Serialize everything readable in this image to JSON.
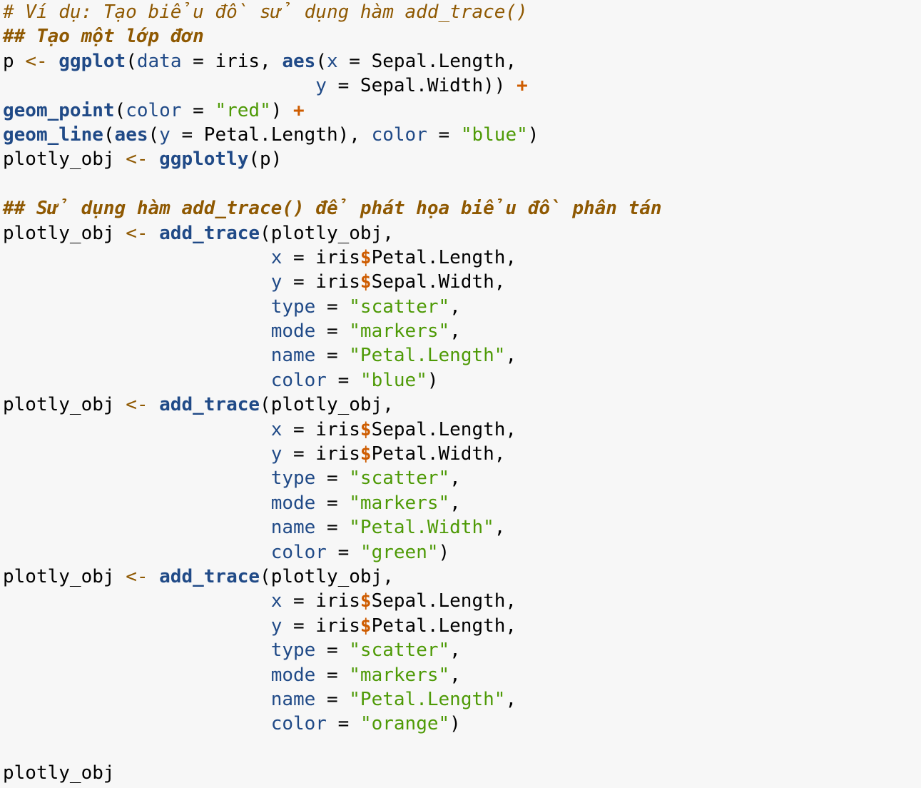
{
  "colors": {
    "background": "#f7f7f7",
    "comment": "#8f5902",
    "function": "#204a87",
    "string": "#4e9a06",
    "operator": "#ce5c00",
    "plain": "#000000"
  },
  "code_lines": [
    [
      [
        "c",
        "# Ví dụ: Tạo biểu đồ sử dụng hàm add_trace()"
      ]
    ],
    [
      [
        "d",
        "## Tạo một lớp đơn"
      ]
    ],
    [
      [
        "t",
        "p "
      ],
      [
        "a",
        "<-"
      ],
      [
        "t",
        " "
      ],
      [
        "f",
        "ggplot"
      ],
      [
        "t",
        "("
      ],
      [
        "p",
        "data"
      ],
      [
        "t",
        " = iris, "
      ],
      [
        "f",
        "aes"
      ],
      [
        "t",
        "("
      ],
      [
        "p",
        "x"
      ],
      [
        "t",
        " = Sepal.Length,"
      ]
    ],
    [
      [
        "t",
        "                            "
      ],
      [
        "p",
        "y"
      ],
      [
        "t",
        " = Sepal.Width)) "
      ],
      [
        "o",
        "+"
      ]
    ],
    [
      [
        "f",
        "geom_point"
      ],
      [
        "t",
        "("
      ],
      [
        "p",
        "color"
      ],
      [
        "t",
        " = "
      ],
      [
        "s",
        "\"red\""
      ],
      [
        "t",
        ") "
      ],
      [
        "o",
        "+"
      ]
    ],
    [
      [
        "f",
        "geom_line"
      ],
      [
        "t",
        "("
      ],
      [
        "f",
        "aes"
      ],
      [
        "t",
        "("
      ],
      [
        "p",
        "y"
      ],
      [
        "t",
        " = Petal.Length), "
      ],
      [
        "p",
        "color"
      ],
      [
        "t",
        " = "
      ],
      [
        "s",
        "\"blue\""
      ],
      [
        "t",
        ")"
      ]
    ],
    [
      [
        "t",
        "plotly_obj "
      ],
      [
        "a",
        "<-"
      ],
      [
        "t",
        " "
      ],
      [
        "f",
        "ggplotly"
      ],
      [
        "t",
        "(p)"
      ]
    ],
    [],
    [
      [
        "d",
        "## Sử dụng hàm add_trace() để phát họa biểu đồ phân tán"
      ]
    ],
    [
      [
        "t",
        "plotly_obj "
      ],
      [
        "a",
        "<-"
      ],
      [
        "t",
        " "
      ],
      [
        "f",
        "add_trace"
      ],
      [
        "t",
        "(plotly_obj,"
      ]
    ],
    [
      [
        "t",
        "                        "
      ],
      [
        "p",
        "x"
      ],
      [
        "t",
        " = iris"
      ],
      [
        "o",
        "$"
      ],
      [
        "t",
        "Petal.Length,"
      ]
    ],
    [
      [
        "t",
        "                        "
      ],
      [
        "p",
        "y"
      ],
      [
        "t",
        " = iris"
      ],
      [
        "o",
        "$"
      ],
      [
        "t",
        "Sepal.Width,"
      ]
    ],
    [
      [
        "t",
        "                        "
      ],
      [
        "p",
        "type"
      ],
      [
        "t",
        " = "
      ],
      [
        "s",
        "\"scatter\""
      ],
      [
        "t",
        ","
      ]
    ],
    [
      [
        "t",
        "                        "
      ],
      [
        "p",
        "mode"
      ],
      [
        "t",
        " = "
      ],
      [
        "s",
        "\"markers\""
      ],
      [
        "t",
        ","
      ]
    ],
    [
      [
        "t",
        "                        "
      ],
      [
        "p",
        "name"
      ],
      [
        "t",
        " = "
      ],
      [
        "s",
        "\"Petal.Length\""
      ],
      [
        "t",
        ","
      ]
    ],
    [
      [
        "t",
        "                        "
      ],
      [
        "p",
        "color"
      ],
      [
        "t",
        " = "
      ],
      [
        "s",
        "\"blue\""
      ],
      [
        "t",
        ")"
      ]
    ],
    [
      [
        "t",
        "plotly_obj "
      ],
      [
        "a",
        "<-"
      ],
      [
        "t",
        " "
      ],
      [
        "f",
        "add_trace"
      ],
      [
        "t",
        "(plotly_obj,"
      ]
    ],
    [
      [
        "t",
        "                        "
      ],
      [
        "p",
        "x"
      ],
      [
        "t",
        " = iris"
      ],
      [
        "o",
        "$"
      ],
      [
        "t",
        "Sepal.Length,"
      ]
    ],
    [
      [
        "t",
        "                        "
      ],
      [
        "p",
        "y"
      ],
      [
        "t",
        " = iris"
      ],
      [
        "o",
        "$"
      ],
      [
        "t",
        "Petal.Width,"
      ]
    ],
    [
      [
        "t",
        "                        "
      ],
      [
        "p",
        "type"
      ],
      [
        "t",
        " = "
      ],
      [
        "s",
        "\"scatter\""
      ],
      [
        "t",
        ","
      ]
    ],
    [
      [
        "t",
        "                        "
      ],
      [
        "p",
        "mode"
      ],
      [
        "t",
        " = "
      ],
      [
        "s",
        "\"markers\""
      ],
      [
        "t",
        ","
      ]
    ],
    [
      [
        "t",
        "                        "
      ],
      [
        "p",
        "name"
      ],
      [
        "t",
        " = "
      ],
      [
        "s",
        "\"Petal.Width\""
      ],
      [
        "t",
        ","
      ]
    ],
    [
      [
        "t",
        "                        "
      ],
      [
        "p",
        "color"
      ],
      [
        "t",
        " = "
      ],
      [
        "s",
        "\"green\""
      ],
      [
        "t",
        ")"
      ]
    ],
    [
      [
        "t",
        "plotly_obj "
      ],
      [
        "a",
        "<-"
      ],
      [
        "t",
        " "
      ],
      [
        "f",
        "add_trace"
      ],
      [
        "t",
        "(plotly_obj,"
      ]
    ],
    [
      [
        "t",
        "                        "
      ],
      [
        "p",
        "x"
      ],
      [
        "t",
        " = iris"
      ],
      [
        "o",
        "$"
      ],
      [
        "t",
        "Sepal.Length,"
      ]
    ],
    [
      [
        "t",
        "                        "
      ],
      [
        "p",
        "y"
      ],
      [
        "t",
        " = iris"
      ],
      [
        "o",
        "$"
      ],
      [
        "t",
        "Petal.Length,"
      ]
    ],
    [
      [
        "t",
        "                        "
      ],
      [
        "p",
        "type"
      ],
      [
        "t",
        " = "
      ],
      [
        "s",
        "\"scatter\""
      ],
      [
        "t",
        ","
      ]
    ],
    [
      [
        "t",
        "                        "
      ],
      [
        "p",
        "mode"
      ],
      [
        "t",
        " = "
      ],
      [
        "s",
        "\"markers\""
      ],
      [
        "t",
        ","
      ]
    ],
    [
      [
        "t",
        "                        "
      ],
      [
        "p",
        "name"
      ],
      [
        "t",
        " = "
      ],
      [
        "s",
        "\"Petal.Length\""
      ],
      [
        "t",
        ","
      ]
    ],
    [
      [
        "t",
        "                        "
      ],
      [
        "p",
        "color"
      ],
      [
        "t",
        " = "
      ],
      [
        "s",
        "\"orange\""
      ],
      [
        "t",
        ")"
      ]
    ],
    [],
    [
      [
        "t",
        "plotly_obj"
      ]
    ]
  ]
}
